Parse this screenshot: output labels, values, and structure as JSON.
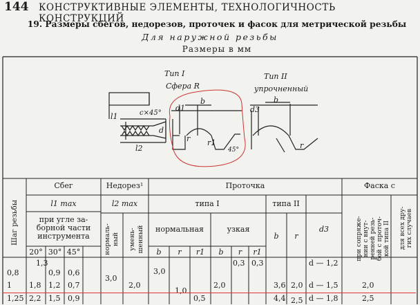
{
  "header": {
    "page_number": "144",
    "running_title": "КОНСТРУКТИВНЫЕ ЭЛЕМЕНТЫ, ТЕХНОЛОГИЧНОСТЬ КОНСТРУКЦИЙ"
  },
  "table_title": "19. Размеры сбегов, недорезов, проточек и фасок для метрической резьбы",
  "subtitle": "Для наружной резьбы",
  "units": "Размеры в мм",
  "drawing": {
    "type1_label": "Тип I",
    "sphere_label": "Сфера R",
    "type2_label": "Тип II",
    "reinforced_label": "упрочненный",
    "chamfer_label": "с×45°",
    "dim_b": "b",
    "dim_b2": "b",
    "dim_d1": "d1",
    "dim_d": "d",
    "dim_l1": "l1",
    "dim_l2": "l2",
    "dim_r": "r",
    "dim_r1": "r1",
    "dim_45": "45°",
    "dim_d3": "d3",
    "dim_r2": "r"
  },
  "columns": {
    "pitch": "Шаг резьбы",
    "runout": "Сбег",
    "l1max": "l1 max",
    "at_angle": "при угле за-\nборной части\nинструмента",
    "angles": [
      "20°",
      "30°",
      "45°"
    ],
    "undercut": "Недорез¹",
    "l2max": "l2 max",
    "normal": "нормаль-\nный",
    "reduced": "умень-\nшенный",
    "groove": "Проточка",
    "type1": "типа I",
    "type2": "типа II",
    "normal_g": "нормальная",
    "narrow": "узкая",
    "b": "b",
    "r": "r",
    "r1": "r1",
    "d3": "d3",
    "chamfer": "Фаска c",
    "chamfer_type2": "при сопряже-\nнии с внут-\nренней резь-\nбой с проточ-\nкой типа II",
    "chamfer_all": "для всех дру-\nгих случаев"
  },
  "rows": [
    {
      "pitch": "",
      "l20": "1,3",
      "l30": "",
      "l45": "",
      "undercut_n": "",
      "b": "",
      "r": "",
      "r1": "",
      "nb": "",
      "nr": "",
      "nr1": "0,3",
      "nr1b": "0,3",
      "b2": "",
      "r2": "",
      "d3": "d — 1,2"
    },
    {
      "pitch": "0,8",
      "l20": "",
      "l30": "0,9",
      "l45": "0,6",
      "undercut_n": "3,0",
      "b": "3,0",
      "r": "",
      "r1": "",
      "nb": "",
      "nr": "",
      "nr1": "",
      "nr1b": "",
      "b2": "",
      "r2": "",
      "d3": ""
    },
    {
      "pitch": "1",
      "l20": "1,8",
      "l30": "1,2",
      "l45": "0,7",
      "undercut_r": "2,0",
      "r": "1,0",
      "nb": "2,0",
      "b2": "3,6",
      "r2": "2,0",
      "d3": "d — 1,5",
      "ch": "2,0"
    },
    {
      "pitch": "1,25",
      "l20": "2,2",
      "l30": "1,5",
      "l45": "0,9",
      "r1": "0,5",
      "b2": "4,4",
      "r2": "2,5",
      "d3": "d — 1,8",
      "ch": "2,5"
    }
  ]
}
